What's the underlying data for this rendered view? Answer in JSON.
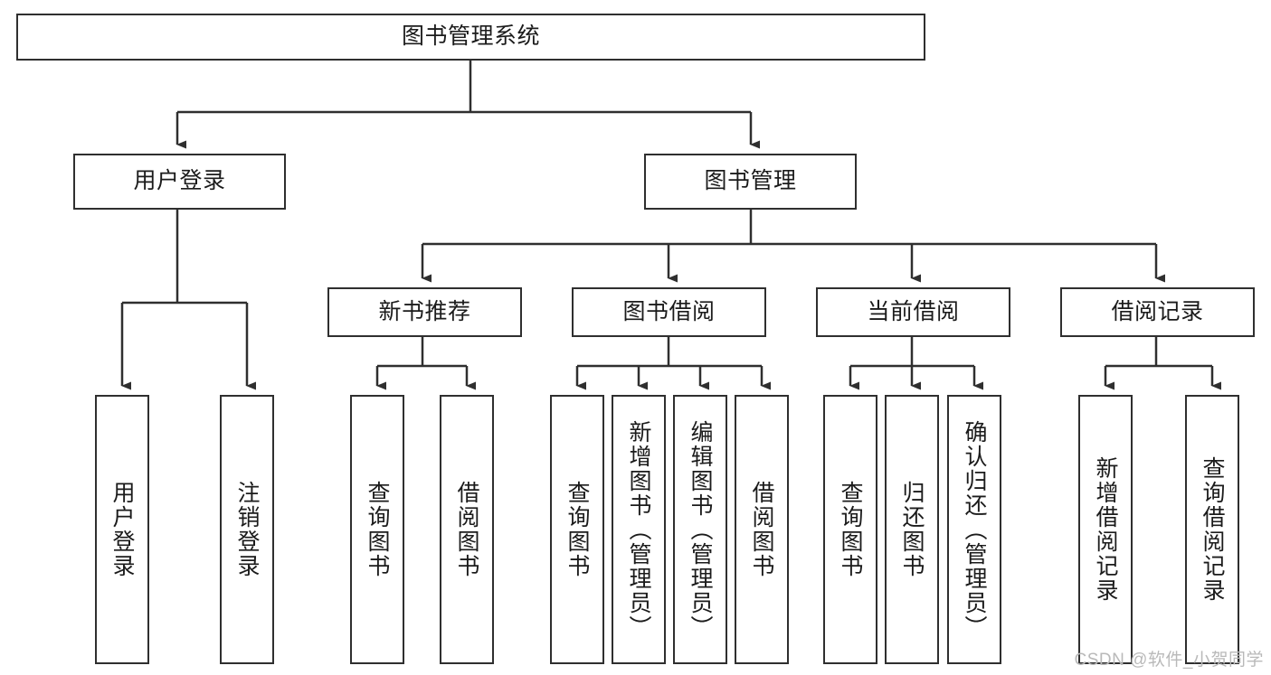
{
  "diagram": {
    "title": "图书管理系统",
    "type": "tree-hierarchy-diagram",
    "colors": {
      "box_border": "#2f2f2f",
      "box_fill": "#ffffff",
      "connector": "#2f2f2f",
      "text": "#1b1b1b",
      "watermark": "#b9b9b9",
      "background": "#ffffff"
    },
    "root": {
      "id": "root",
      "label": "图书管理系统"
    },
    "level2": [
      {
        "id": "user-login",
        "label": "用户登录"
      },
      {
        "id": "book-manage",
        "label": "图书管理"
      }
    ],
    "level3": [
      {
        "id": "new-book-rec",
        "label": "新书推荐"
      },
      {
        "id": "book-borrow",
        "label": "图书借阅"
      },
      {
        "id": "current-borrow",
        "label": "当前借阅"
      },
      {
        "id": "borrow-record",
        "label": "借阅记录"
      }
    ],
    "leaves": [
      {
        "id": "leaf-user-login",
        "label": "用户登录",
        "parent": "user-login"
      },
      {
        "id": "leaf-logout",
        "label": "注销登录",
        "parent": "user-login"
      },
      {
        "id": "leaf-query-book-1",
        "label": "查询图书",
        "parent": "new-book-rec"
      },
      {
        "id": "leaf-borrow-book-1",
        "label": "借阅图书",
        "parent": "new-book-rec"
      },
      {
        "id": "leaf-query-book-2",
        "label": "查询图书",
        "parent": "book-borrow"
      },
      {
        "id": "leaf-add-book",
        "label": "新增图书（管理员）",
        "parent": "book-borrow"
      },
      {
        "id": "leaf-edit-book",
        "label": "编辑图书（管理员）",
        "parent": "book-borrow"
      },
      {
        "id": "leaf-borrow-book-2",
        "label": "借阅图书",
        "parent": "book-borrow"
      },
      {
        "id": "leaf-query-book-3",
        "label": "查询图书",
        "parent": "current-borrow"
      },
      {
        "id": "leaf-return-book",
        "label": "归还图书",
        "parent": "current-borrow"
      },
      {
        "id": "leaf-confirm-return",
        "label": "确认归还（管理员）",
        "parent": "current-borrow"
      },
      {
        "id": "leaf-add-record",
        "label": "新增借阅记录",
        "parent": "borrow-record"
      },
      {
        "id": "leaf-query-record",
        "label": "查询借阅记录",
        "parent": "borrow-record"
      }
    ]
  },
  "watermark": {
    "text": "CSDN @软件_小贺同学"
  }
}
